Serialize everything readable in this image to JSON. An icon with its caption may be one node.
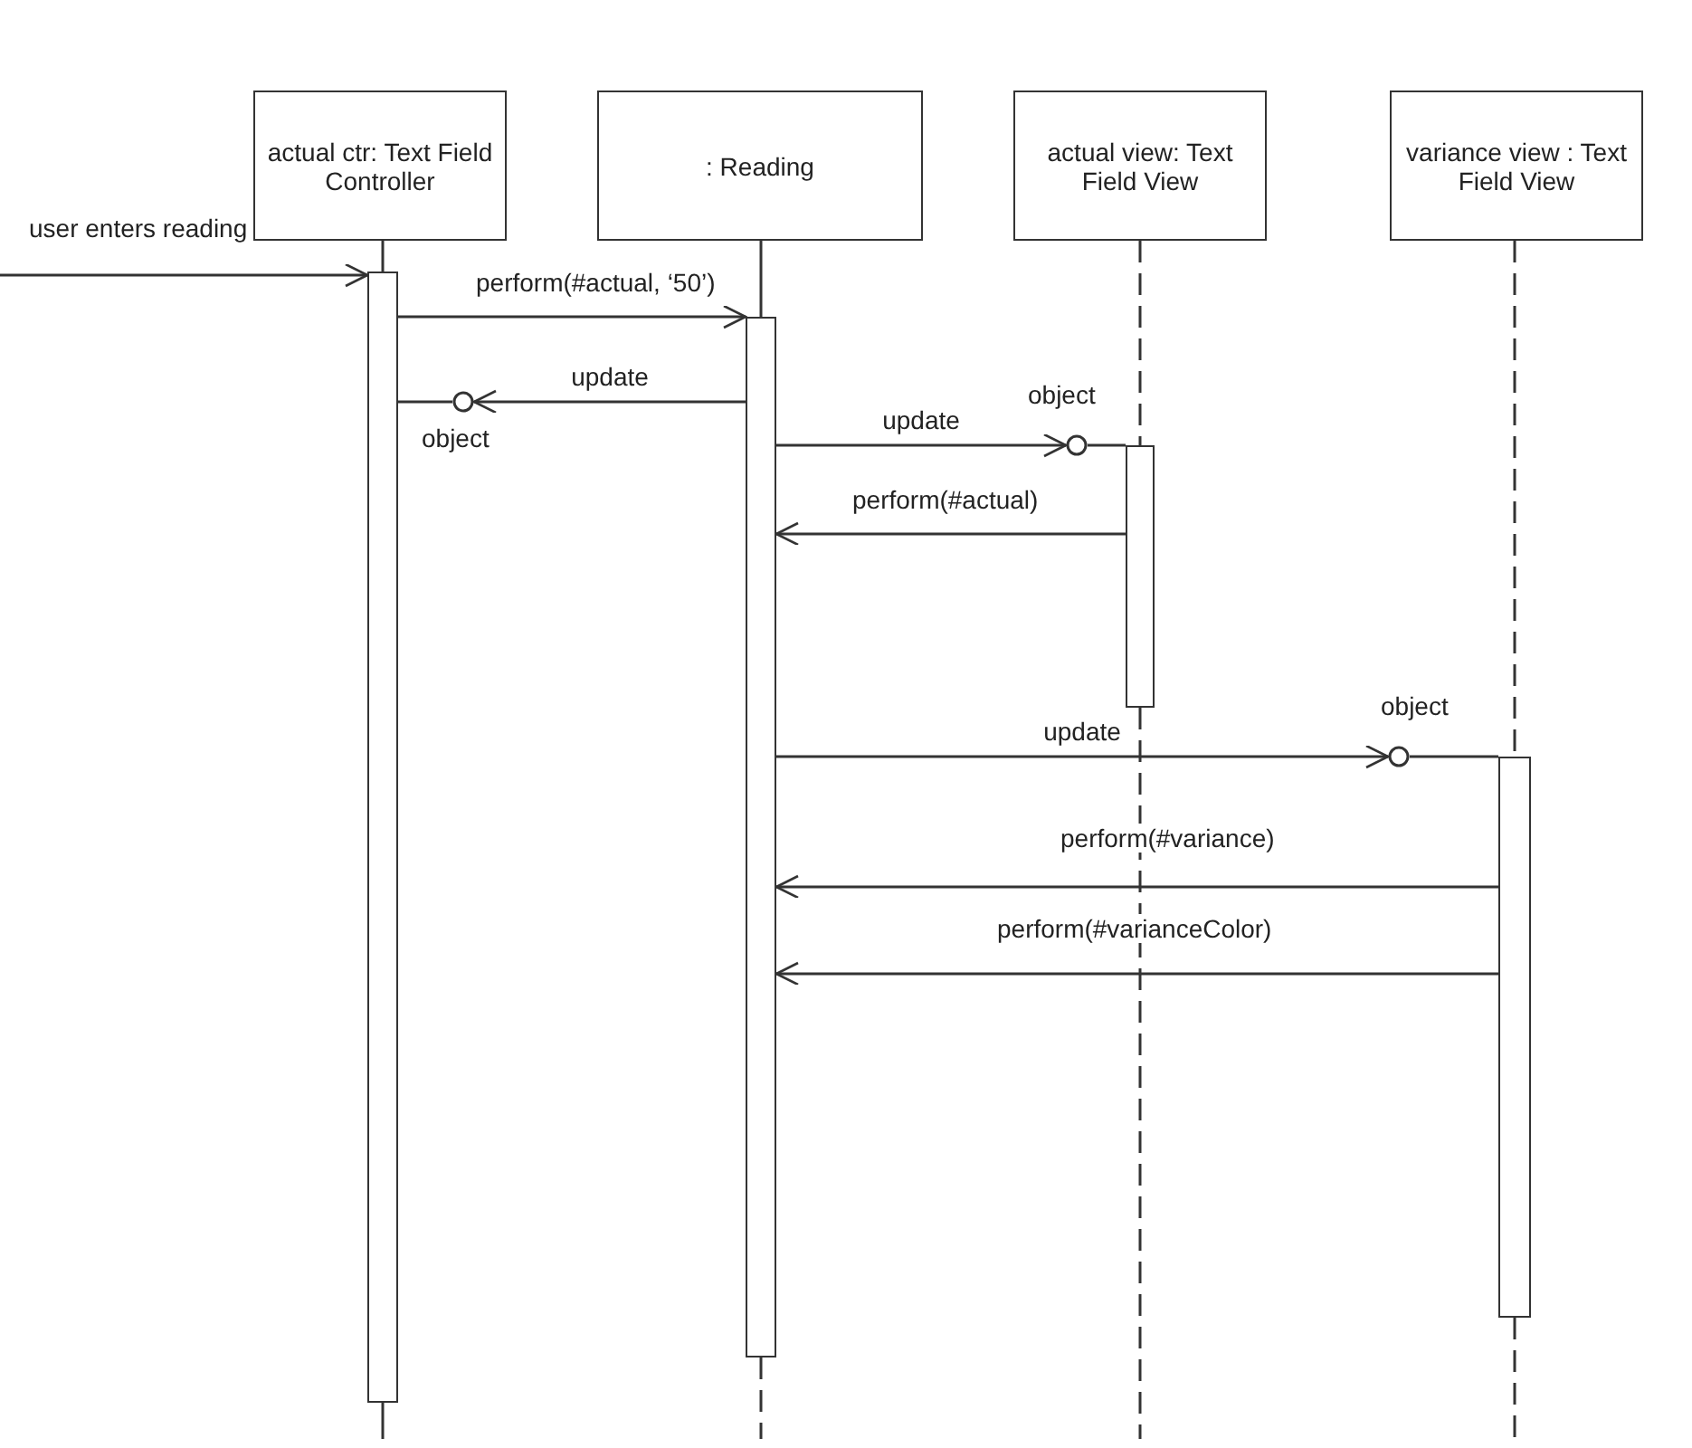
{
  "diagram": {
    "nodes": [
      {
        "text": [
          "actual ctr: Text Field Controller"
        ]
      },
      {
        "text": [
          ": Reading"
        ]
      },
      {
        "text": [
          "actual view: Text Field View"
        ]
      },
      {
        "text": [
          "variance view : Text Field View"
        ]
      },
      {
        "text": [],
        "shape": "bar"
      },
      {
        "text": [],
        "shape": "bar"
      },
      {
        "text": [],
        "shape": "bar"
      },
      {
        "text": [],
        "shape": "bar"
      },
      {
        "text": [
          "object"
        ]
      },
      {
        "text": [
          "object"
        ]
      },
      {
        "text": [
          "object"
        ]
      }
    ],
    "edges": [
      {
        "from": 0,
        "to": 4,
        "arrow": "none"
      },
      {
        "from": 1,
        "to": 5,
        "arrow": "none"
      },
      {
        "from": 2,
        "to": 6,
        "arrow": "none",
        "style": "dashed"
      },
      {
        "from": 3,
        "to": 7,
        "arrow": "none",
        "style": "dashed"
      },
      {
        "from": null,
        "to": 4,
        "arrow": "to",
        "label": "user enters reading"
      },
      {
        "from": 4,
        "to": 5,
        "arrow": "to",
        "label": "perform(#actual, ‘50’)"
      },
      {
        "from": 5,
        "to": 8,
        "arrow": "to",
        "label": "update"
      },
      {
        "from": 8,
        "to": 4,
        "arrow": "none"
      },
      {
        "from": 5,
        "to": 9,
        "arrow": "to",
        "label": "update"
      },
      {
        "from": 9,
        "to": 6,
        "arrow": "none"
      },
      {
        "from": 6,
        "to": 5,
        "arrow": "to",
        "label": "perform(#actual)"
      },
      {
        "from": 5,
        "to": 10,
        "arrow": "to",
        "label": "update"
      },
      {
        "from": 10,
        "to": 7,
        "arrow": "none"
      },
      {
        "from": 7,
        "to": 5,
        "arrow": "to",
        "label": "perform(#variance)"
      },
      {
        "from": 7,
        "to": 5,
        "arrow": "to",
        "label": "perform(#varianceColor)"
      }
    ]
  }
}
